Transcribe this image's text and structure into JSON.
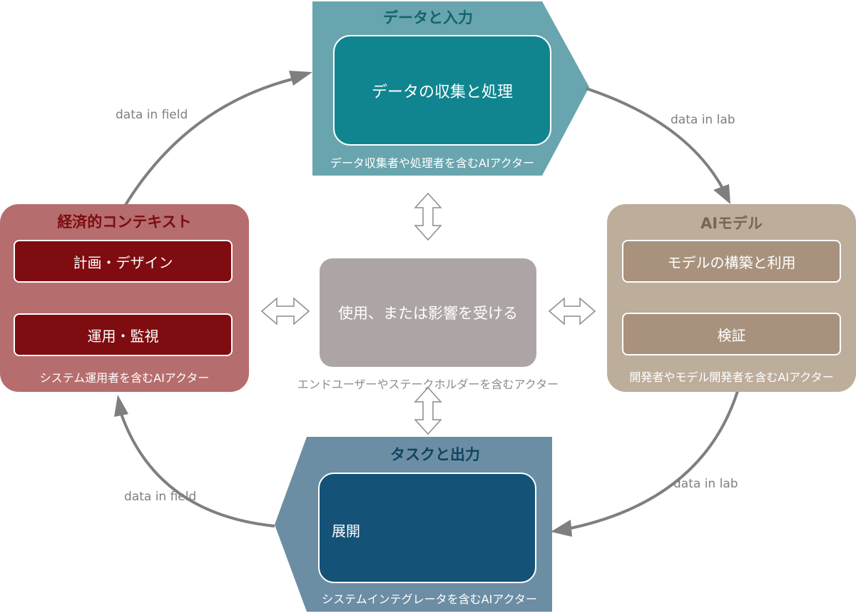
{
  "data_input": {
    "title": "データと入力",
    "inner": "データの収集と処理",
    "footer": "データ収集者や処理者を含むAIアクター"
  },
  "economic_context": {
    "title": "経済的コンテキスト",
    "box_plan": "計画・デザイン",
    "box_operate": "運用・監視",
    "footer": "システム運用者を含むAIアクター"
  },
  "ai_model": {
    "title": "AIモデル",
    "box_build": "モデルの構築と利用",
    "box_verify": "検証",
    "footer": "開発者やモデル開発者を含むAIアクター"
  },
  "use_impact": {
    "label": "使用、または影響を受ける",
    "footer": "エンドユーザーやステークホルダーを含むアクター"
  },
  "task_output": {
    "title": "タスクと出力",
    "inner": "展開",
    "footer": "システムインテグレータを含むAIアクター"
  },
  "flows": {
    "top_left": "data in field",
    "top_right": "data in lab",
    "bottom_left": "data in field",
    "bottom_right": "data in lab"
  },
  "colors": {
    "data_input_panel": "#68a5ae",
    "data_input_inner": "#10858f",
    "economic_panel": "#b66d6d",
    "economic_box": "#7e0c10",
    "ai_model_panel": "#bdad9b",
    "ai_model_box": "#a8927d",
    "center_box": "#ada5a5",
    "task_panel": "#6c8ea4",
    "task_inner": "#155277",
    "flow_arrow": "#7f7f7f"
  }
}
